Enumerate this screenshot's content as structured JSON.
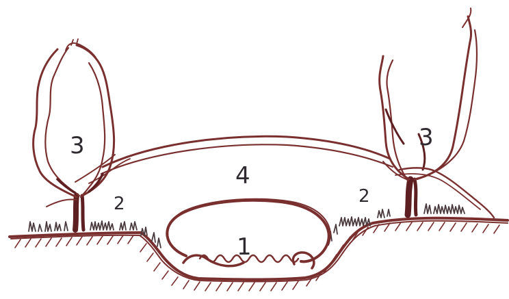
{
  "colors": {
    "ink": "#7a2f2f",
    "ink_dark": "#5e1f22",
    "label_ink": "#2e2a30",
    "paper": "#ffffff"
  },
  "labels": {
    "pond": "1",
    "grass_left": "2",
    "grass_right": "2",
    "tree_left": "3",
    "tree_right": "3",
    "canopy": "4"
  }
}
